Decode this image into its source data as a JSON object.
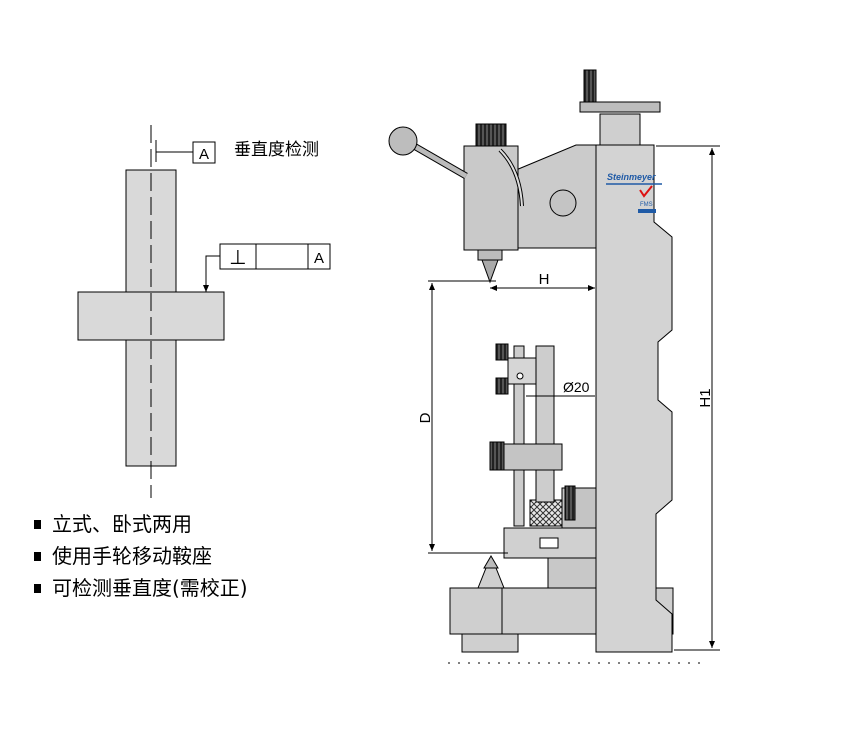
{
  "left_diagram": {
    "perpendicularity_label": "垂直度检测",
    "datum_letter_top": "A",
    "tolerance_symbol": "⊥",
    "datum_letter_frame": "A"
  },
  "features": [
    "立式、卧式两用",
    "使用手轮移动鞍座",
    "可检测垂直度(需校正)"
  ],
  "machine": {
    "brand": "Steinmeyer",
    "sub_brand": "FMS",
    "dim_h": "H",
    "dim_d": "D",
    "dim_h1": "H1",
    "dim_dia": "Ø20"
  }
}
